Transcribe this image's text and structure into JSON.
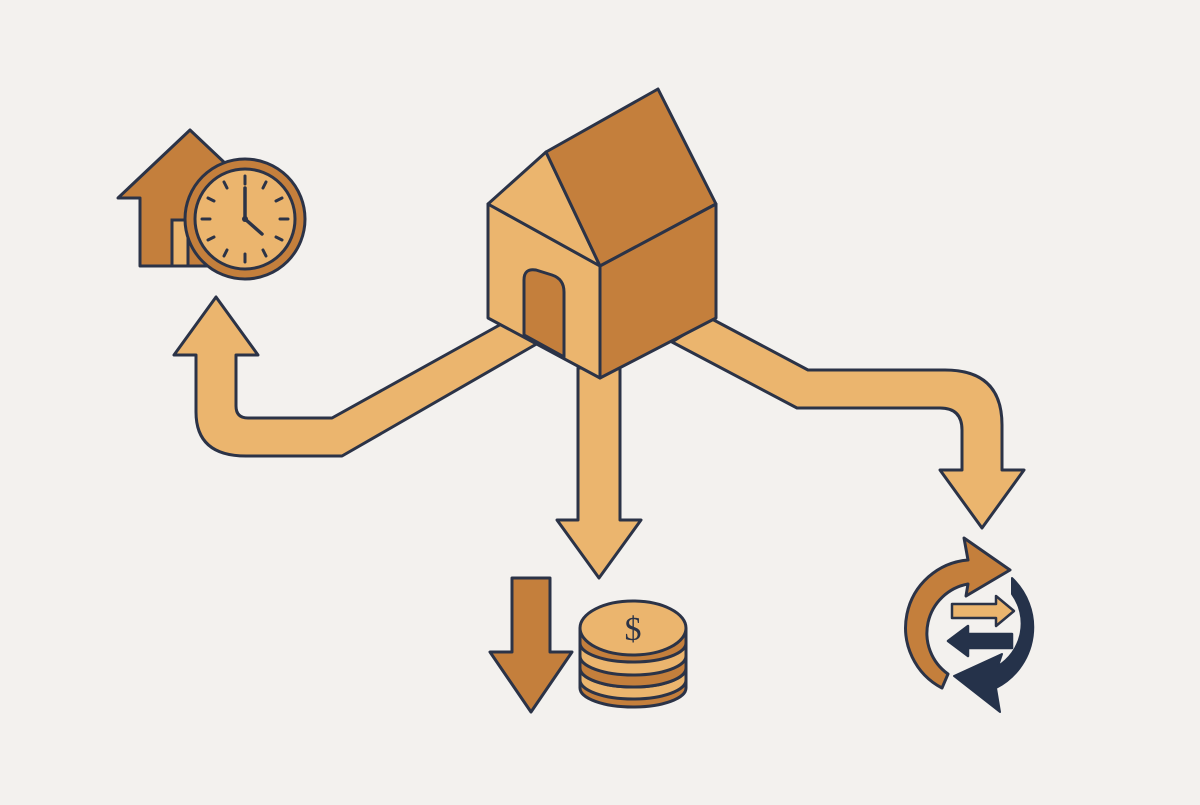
{
  "diagram": {
    "center": {
      "icon": "house-box-icon"
    },
    "branches": [
      {
        "id": "left",
        "arrow": "arrow-up-left-icon",
        "target": "house-clock-icon"
      },
      {
        "id": "middle",
        "arrow": "arrow-down-middle-icon",
        "target": "down-arrow-coins-icon",
        "coin_symbol": "$"
      },
      {
        "id": "right",
        "arrow": "arrow-down-right-icon",
        "target": "exchange-cycle-icon"
      }
    ]
  },
  "colors": {
    "background": "#f3f1ee",
    "light": "#ebb56e",
    "dark": "#c47f3c",
    "outline": "#2b3347",
    "navy": "#25324a"
  }
}
